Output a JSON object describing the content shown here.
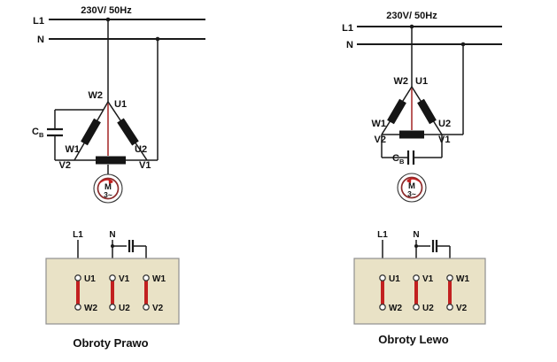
{
  "colors": {
    "wire": "#1a1a1a",
    "accent_red": "#c22020",
    "terminal_box_fill": "#e9e2c6",
    "terminal_box_border": "#8f8f8f",
    "motor_inner_ring": "#8b2a2a"
  },
  "panels": [
    {
      "supply": "230V/ 50Hz",
      "l1": "L1",
      "n": "N",
      "w2": "W2",
      "u1": "U1",
      "w1": "W1",
      "v2": "V2",
      "u2": "U2",
      "v1": "V1",
      "cap": "C",
      "cap_sub": "B",
      "motor": "M",
      "phase": "3~",
      "term_l1": "L1",
      "term_n": "N",
      "t_u1": "U1",
      "t_v1": "V1",
      "t_w1": "W1",
      "t_w2": "W2",
      "t_u2": "U2",
      "t_v2": "V2",
      "caption": "Obroty Prawo"
    },
    {
      "supply": "230V/ 50Hz",
      "l1": "L1",
      "n": "N",
      "w2": "W2",
      "u1": "U1",
      "w1": "W1",
      "v2": "V2",
      "u2": "U2",
      "v1": "V1",
      "cap": "C",
      "cap_sub": "B",
      "motor": "M",
      "phase": "3~",
      "term_l1": "L1",
      "term_n": "N",
      "t_u1": "U1",
      "t_v1": "V1",
      "t_w1": "W1",
      "t_w2": "W2",
      "t_u2": "U2",
      "t_v2": "V2",
      "caption": "Obroty Lewo"
    }
  ]
}
